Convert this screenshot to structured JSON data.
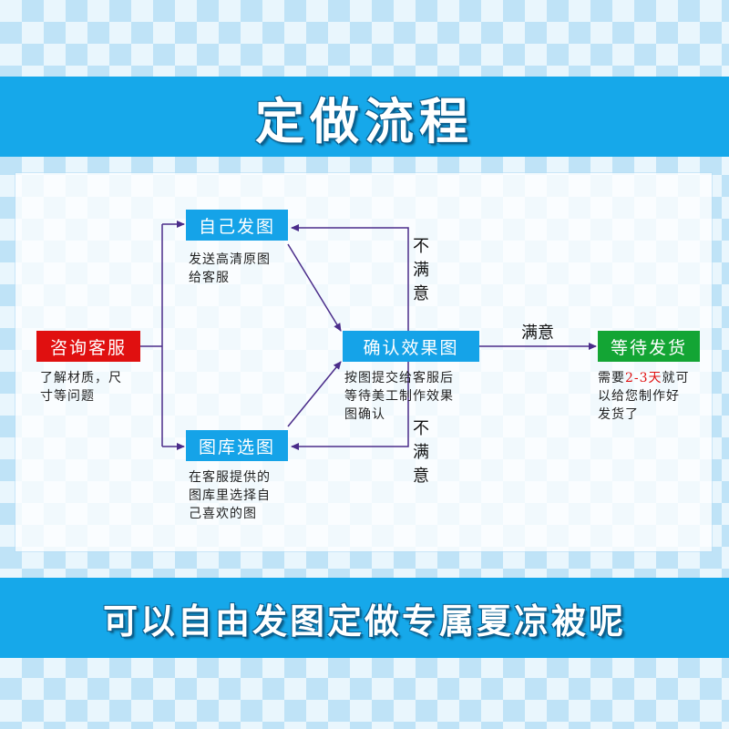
{
  "header": {
    "title": "定做流程"
  },
  "footer": {
    "slogan": "可以自由发图定做专属夏凉被呢"
  },
  "steps": {
    "consult": {
      "label": "咨询客服",
      "desc": [
        "了解材质，尺",
        "寸等问题"
      ]
    },
    "send": {
      "label": "自己发图",
      "desc": [
        "发送高清原图",
        "给客服"
      ]
    },
    "library": {
      "label": "图库选图",
      "desc": [
        "在客服提供的",
        "图库里选择自",
        "己喜欢的图"
      ]
    },
    "confirm": {
      "label": "确认效果图",
      "desc": [
        "按图提交给客服后",
        "等待美工制作效果",
        "图确认"
      ]
    },
    "ship": {
      "label": "等待发货",
      "desc_pre": "需要",
      "desc_highlight": "2-3天",
      "desc_post": "就可",
      "desc_rest": [
        "以给您制作好",
        "发货了"
      ]
    }
  },
  "labels": {
    "unsatisfied_top": [
      "不",
      "满",
      "意"
    ],
    "unsatisfied_bottom": [
      "不",
      "满",
      "意"
    ],
    "satisfied": "满意"
  },
  "colors": {
    "banner": "#16a8ea",
    "box_blue": "#15a3e8",
    "box_red": "#e01010",
    "box_green": "#13a534",
    "arrow": "#4a2c8a",
    "highlight": "#e01010"
  }
}
